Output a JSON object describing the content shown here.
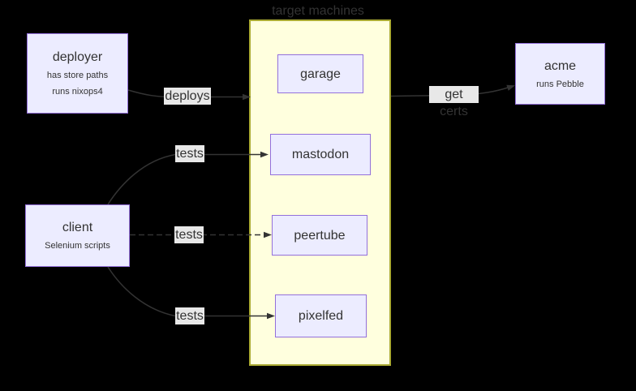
{
  "diagram": {
    "type": "flowchart",
    "background_color": "#000000",
    "colors": {
      "node_fill": "#ECECFF",
      "node_border": "#9370DB",
      "cluster_fill": "#ffffde",
      "cluster_border": "#aaaa33",
      "edge_stroke": "#333333",
      "edge_label_bg": "#e8e8e8",
      "text": "#333333"
    },
    "cluster": {
      "title": "target machines",
      "children": [
        "garage",
        "mastodon",
        "peertube",
        "pixelfed"
      ]
    },
    "nodes": {
      "deployer": {
        "label": "deployer",
        "sublabels": [
          "has store paths",
          "runs nixops4"
        ]
      },
      "client": {
        "label": "client",
        "sublabels": [
          "Selenium scripts"
        ]
      },
      "acme": {
        "label": "acme",
        "sublabels": [
          "runs Pebble"
        ]
      },
      "garage": {
        "label": "garage"
      },
      "mastodon": {
        "label": "mastodon"
      },
      "peertube": {
        "label": "peertube"
      },
      "pixelfed": {
        "label": "pixelfed"
      }
    },
    "edges": [
      {
        "label": "deploys",
        "from": "deployer",
        "to": "target machines",
        "style": "solid"
      },
      {
        "label": "tests",
        "from": "client",
        "to": "mastodon",
        "style": "solid"
      },
      {
        "label": "tests",
        "from": "client",
        "to": "peertube",
        "style": "dashed"
      },
      {
        "label": "tests",
        "from": "client",
        "to": "pixelfed",
        "style": "solid"
      },
      {
        "label": "get certs",
        "from": "target machines",
        "to": "acme",
        "style": "solid"
      }
    ]
  }
}
